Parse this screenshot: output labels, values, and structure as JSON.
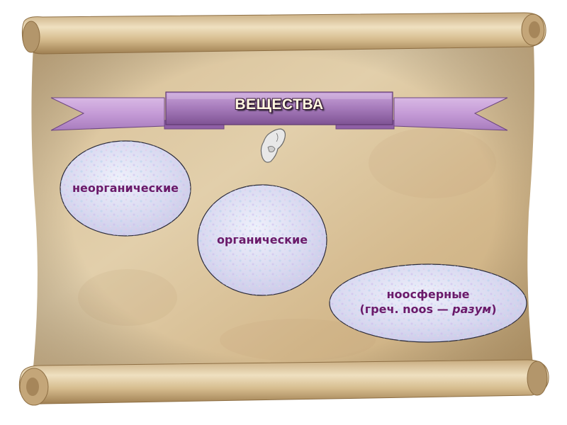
{
  "title": "ВЕЩЕСТВА",
  "ovals": [
    {
      "label": "неорганические"
    },
    {
      "label": "органические"
    },
    {
      "line1": "ноосферные",
      "line2_prefix": "(греч. noos — ",
      "line2_italic": "разум",
      "line2_suffix": ")"
    }
  ],
  "colors": {
    "ribbon": "#c49ad6",
    "ribbon_dark": "#8f5fa5",
    "oval_fill": "#dcdcf2",
    "text": "#6a1a6a",
    "parchment": "#d9c29a"
  }
}
